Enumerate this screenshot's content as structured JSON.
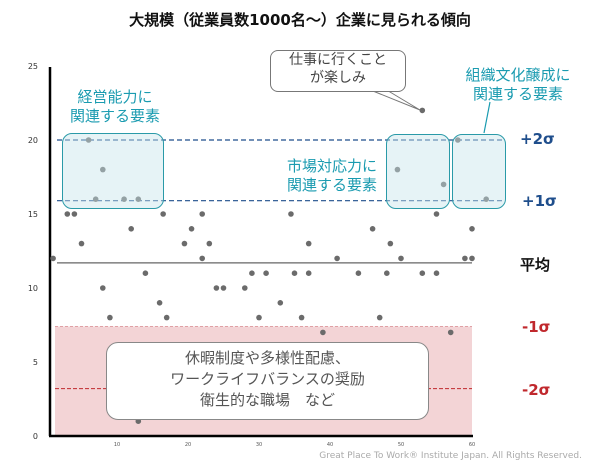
{
  "title": "大規模（従業員数1000名～）企業に見られる傾向",
  "labels": {
    "management": [
      "経営能力に",
      "関連する要素"
    ],
    "market": [
      "市場対応力に",
      "関連する要素"
    ],
    "culture": [
      "組織文化醸成に",
      "関連する要素"
    ],
    "callout": [
      "仕事に行くこと",
      "が楽しみ"
    ],
    "note": [
      "休暇制度や多様性配慮、",
      "ワークライフバランスの奨励",
      "衛生的な職場　など"
    ]
  },
  "sigma_labels": {
    "plus2": "+2σ",
    "plus1": "+1σ",
    "mean": "平均",
    "minus1": "-1σ",
    "minus2": "-2σ"
  },
  "footer": "Great Place To Work® Institute Japan. All Rights Reserved.",
  "colors": {
    "teal": "#1a9bb0",
    "blue": "#1f4e8c",
    "red": "#c0282d",
    "pink": "#f3d4d6",
    "point": "#6b6b6b"
  },
  "chart_data": {
    "type": "scatter",
    "title": "大規模（従業員数1000名～）企業に見られる傾向",
    "xlim": [
      0,
      60
    ],
    "ylim": [
      0,
      25
    ],
    "xticks": [
      10,
      20,
      30,
      40,
      50,
      60
    ],
    "yticks": [
      0,
      5,
      10,
      15,
      20,
      25
    ],
    "reference_lines": {
      "mean": 11.7,
      "plus1": 15.9,
      "plus2": 20,
      "minus1": 7.4,
      "minus2": 3.2
    },
    "points": [
      [
        1,
        12
      ],
      [
        3,
        15
      ],
      [
        4,
        15
      ],
      [
        5,
        13
      ],
      [
        6,
        20
      ],
      [
        7,
        16
      ],
      [
        8,
        18
      ],
      [
        8,
        10
      ],
      [
        9,
        8
      ],
      [
        11,
        16
      ],
      [
        12,
        14
      ],
      [
        13,
        16
      ],
      [
        13,
        1
      ],
      [
        14,
        11
      ],
      [
        16,
        9
      ],
      [
        16.5,
        15
      ],
      [
        17,
        8
      ],
      [
        19.5,
        13
      ],
      [
        20.5,
        14
      ],
      [
        22,
        15
      ],
      [
        22,
        12
      ],
      [
        23,
        13
      ],
      [
        24,
        10
      ],
      [
        25,
        10
      ],
      [
        28,
        10
      ],
      [
        29,
        11
      ],
      [
        30,
        8
      ],
      [
        31,
        11
      ],
      [
        33,
        9
      ],
      [
        34.5,
        15
      ],
      [
        35,
        11
      ],
      [
        36,
        8
      ],
      [
        37,
        13
      ],
      [
        37,
        11
      ],
      [
        39,
        7
      ],
      [
        41,
        12
      ],
      [
        44,
        11
      ],
      [
        46,
        14
      ],
      [
        47,
        8
      ],
      [
        48,
        11
      ],
      [
        48.5,
        13
      ],
      [
        49.5,
        18
      ],
      [
        50,
        12
      ],
      [
        53,
        22
      ],
      [
        53,
        11
      ],
      [
        55,
        11
      ],
      [
        55,
        15
      ],
      [
        56,
        17
      ],
      [
        57,
        7
      ],
      [
        58,
        20
      ],
      [
        59,
        12
      ],
      [
        60,
        12
      ],
      [
        60,
        14
      ],
      [
        62,
        16
      ]
    ]
  }
}
